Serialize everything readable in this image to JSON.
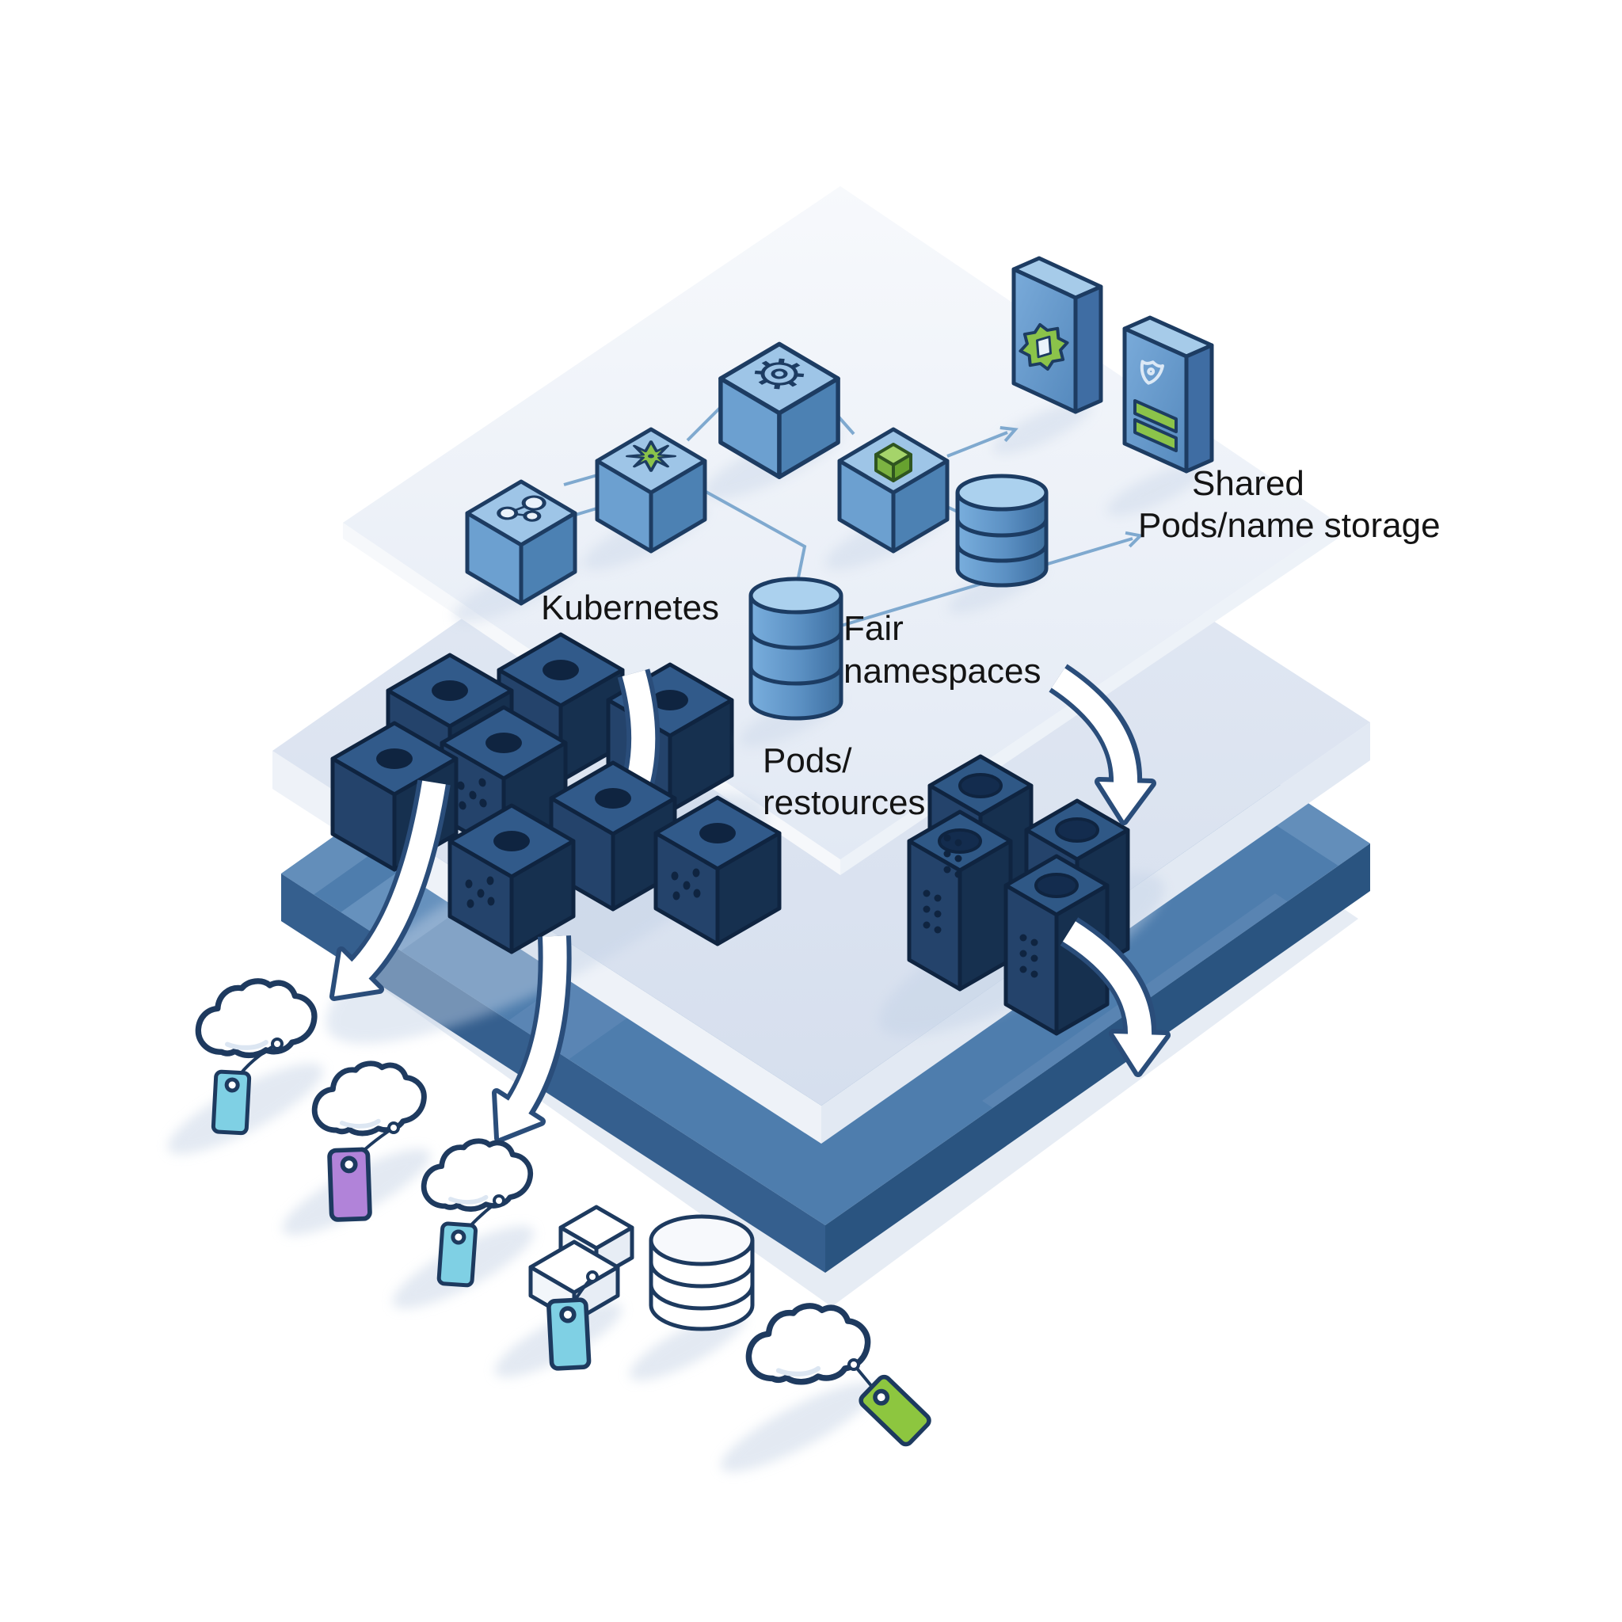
{
  "labels": {
    "kubernetes": "Kubernetes",
    "fair_line1": "Fair",
    "fair_line2": "namespaces",
    "pods_line1": "Pods/",
    "pods_line2": "restources",
    "shared_line1": "Shared",
    "shared_line2": "Pods/name storage"
  },
  "colors": {
    "accent_green": "#8bc34a",
    "tag_cyan": "#7fd0e4",
    "tag_purple": "#b183d9",
    "tag_green": "#8dc63f",
    "slab_blue": "#4e7dad",
    "cube_blue": "#6ca0d0",
    "dice_navy": "#24436b",
    "connector": "#7fa9cf",
    "outline": "#1d3c62"
  },
  "icons": [
    "gear-icon",
    "star-icon",
    "molecule-icon",
    "mini-cube-icon",
    "shield-icon",
    "server-slots-icon",
    "database-icon",
    "cloud-icon",
    "price-tag-icon",
    "down-arrow-icon",
    "dice-cube-icon",
    "server-tower-icon"
  ]
}
